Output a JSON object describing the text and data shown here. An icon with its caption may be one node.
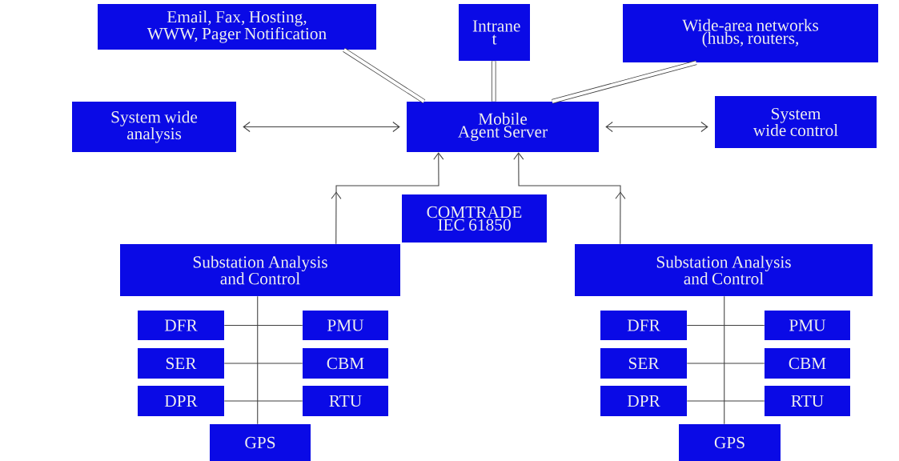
{
  "diagram": {
    "nodes": [
      {
        "text": [
          "Email, Fax, Hosting, WWW, Pager Notification"
        ]
      },
      {
        "text": [
          "Intrane t"
        ]
      },
      {
        "text": [
          "Wide-area networks (hubs, routers,"
        ]
      },
      {
        "text": [
          "System wide analysis"
        ]
      },
      {
        "text": [
          "Mobile Agent Server"
        ]
      },
      {
        "text": [
          "System wide control"
        ]
      },
      {
        "text": [
          "COMTRADE IEC 61850"
        ]
      },
      {
        "text": [
          "Substation Analysis and Control"
        ]
      },
      {
        "text": [
          "DFR"
        ]
      },
      {
        "text": [
          "PMU"
        ]
      },
      {
        "text": [
          "SER"
        ]
      },
      {
        "text": [
          "CBM"
        ]
      },
      {
        "text": [
          "DPR"
        ]
      },
      {
        "text": [
          "RTU"
        ]
      },
      {
        "text": [
          "GPS"
        ]
      },
      {
        "text": [
          "Substation Analysis and Control"
        ]
      },
      {
        "text": [
          "DFR"
        ]
      },
      {
        "text": [
          "PMU"
        ]
      },
      {
        "text": [
          "SER"
        ]
      },
      {
        "text": [
          "CBM"
        ]
      },
      {
        "text": [
          "DPR"
        ]
      },
      {
        "text": [
          "RTU"
        ]
      },
      {
        "text": [
          "GPS"
        ]
      }
    ],
    "edges": [
      {
        "from": 0,
        "to": 4,
        "arrow": "none",
        "style": "thick"
      },
      {
        "from": 1,
        "to": 4,
        "arrow": "none",
        "style": "thick"
      },
      {
        "from": 2,
        "to": 4,
        "arrow": "none",
        "style": "thick"
      },
      {
        "from": 3,
        "to": 4,
        "arrow": "both"
      },
      {
        "from": 4,
        "to": 5,
        "arrow": "both"
      },
      {
        "from": 7,
        "to": 4,
        "arrow": "to"
      },
      {
        "from": 15,
        "to": 4,
        "arrow": "to"
      },
      {
        "from": 7,
        "to": 14,
        "arrow": "none"
      },
      {
        "from": 8,
        "to": 9,
        "arrow": "none"
      },
      {
        "from": 10,
        "to": 11,
        "arrow": "none"
      },
      {
        "from": 12,
        "to": 13,
        "arrow": "none"
      },
      {
        "from": 15,
        "to": 22,
        "arrow": "none"
      },
      {
        "from": 16,
        "to": 17,
        "arrow": "none"
      },
      {
        "from": 18,
        "to": 19,
        "arrow": "none"
      },
      {
        "from": 20,
        "to": 21,
        "arrow": "none"
      }
    ]
  }
}
